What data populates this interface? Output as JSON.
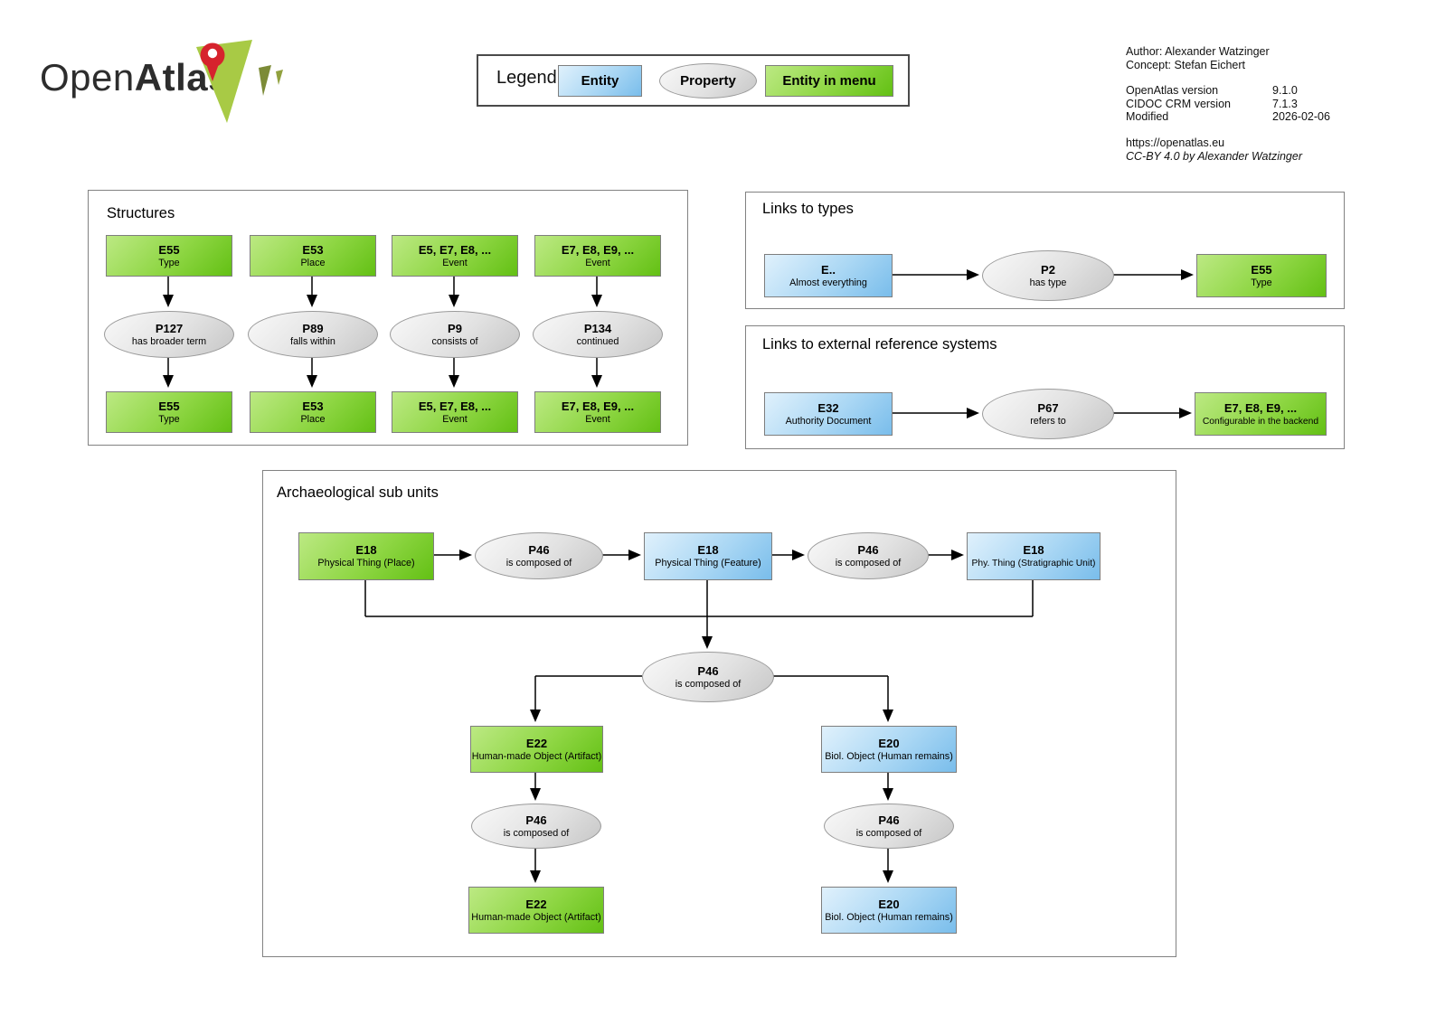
{
  "logo": {
    "text_regular": "Open",
    "text_bold": "Atlas"
  },
  "legend": {
    "title": "Legend",
    "entity_label": "Entity",
    "property_label": "Property",
    "entity_in_menu_label": "Entity in menu"
  },
  "meta": {
    "author": "Author: Alexander Watzinger",
    "concept": "Concept: Stefan Eichert",
    "rows": [
      {
        "label": "OpenAtlas version",
        "value": "9.1.0"
      },
      {
        "label": "CIDOC CRM version",
        "value": "7.1.3"
      },
      {
        "label": "Modified",
        "value": "2026-02-06"
      }
    ],
    "url": "https://openatlas.eu",
    "license": "CC-BY 4.0 by Alexander Watzinger"
  },
  "colors": {
    "entity_blue": "#79bdeb",
    "entity_in_menu_green": "#63c014",
    "property_gray": "#d9d9d9",
    "logo_green": "#a8ca45",
    "logo_pin_red": "#d6232d"
  },
  "panels": {
    "structures": {
      "title": "Structures",
      "columns": [
        {
          "top": {
            "code": "E55",
            "label": "Type"
          },
          "prop": {
            "code": "P127",
            "label": "has broader term"
          },
          "bottom": {
            "code": "E55",
            "label": "Type"
          }
        },
        {
          "top": {
            "code": "E53",
            "label": "Place"
          },
          "prop": {
            "code": "P89",
            "label": "falls within"
          },
          "bottom": {
            "code": "E53",
            "label": "Place"
          }
        },
        {
          "top": {
            "code": "E5, E7, E8, ...",
            "label": "Event"
          },
          "prop": {
            "code": "P9",
            "label": "consists of"
          },
          "bottom": {
            "code": "E5, E7, E8, ...",
            "label": "Event"
          }
        },
        {
          "top": {
            "code": "E7, E8, E9, ...",
            "label": "Event"
          },
          "prop": {
            "code": "P134",
            "label": "continued"
          },
          "bottom": {
            "code": "E7, E8, E9, ...",
            "label": "Event"
          }
        }
      ]
    },
    "links_to_types": {
      "title": "Links to types",
      "source": {
        "code": "E..",
        "label": "Almost everything"
      },
      "prop": {
        "code": "P2",
        "label": "has type"
      },
      "target": {
        "code": "E55",
        "label": "Type"
      }
    },
    "links_to_external": {
      "title": "Links to external reference systems",
      "source": {
        "code": "E32",
        "label": "Authority Document"
      },
      "prop": {
        "code": "P67",
        "label": "refers to"
      },
      "target": {
        "code": "E7, E8, E9, ...",
        "label": "Configurable in the backend"
      }
    },
    "arch": {
      "title": "Archaeological sub units",
      "place": {
        "code": "E18",
        "label": "Physical Thing (Place)"
      },
      "p46_a": {
        "code": "P46",
        "label": "is composed of"
      },
      "feature": {
        "code": "E18",
        "label": "Physical Thing (Feature)"
      },
      "p46_b": {
        "code": "P46",
        "label": "is composed of"
      },
      "strat": {
        "code": "E18",
        "label": "Phy. Thing (Stratigraphic Unit)"
      },
      "p46_center": {
        "code": "P46",
        "label": "is composed of"
      },
      "artifact_top": {
        "code": "E22",
        "label": "Human-made Object (Artifact)"
      },
      "human_top": {
        "code": "E20",
        "label": "Biol. Object (Human remains)"
      },
      "p46_left": {
        "code": "P46",
        "label": "is composed of"
      },
      "p46_right": {
        "code": "P46",
        "label": "is composed of"
      },
      "artifact_bottom": {
        "code": "E22",
        "label": "Human-made Object (Artifact)"
      },
      "human_bottom": {
        "code": "E20",
        "label": "Biol. Object (Human remains)"
      }
    }
  }
}
